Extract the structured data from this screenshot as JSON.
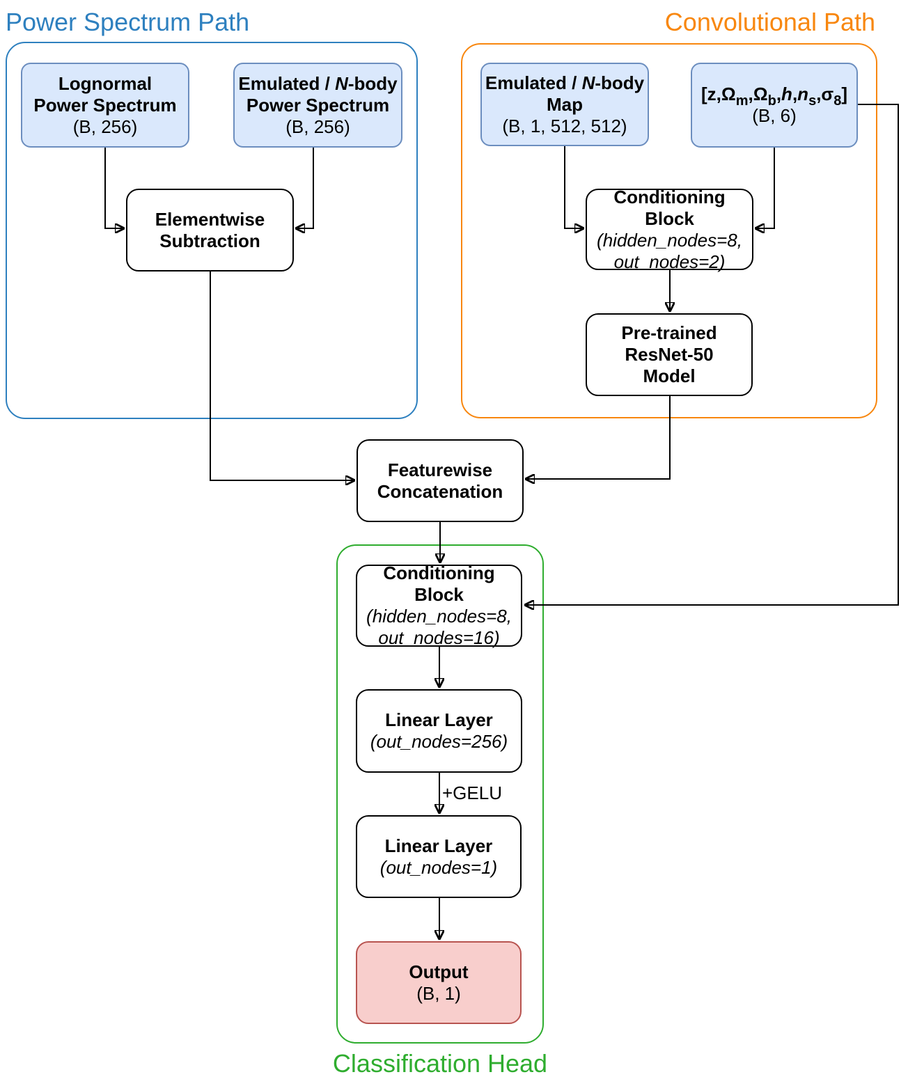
{
  "sections": {
    "power_spectrum": "Power Spectrum Path",
    "convolutional": "Convolutional Path",
    "classification": "Classification Head"
  },
  "nodes": {
    "lognormal": {
      "line1": "Lognormal",
      "line2": "Power Spectrum",
      "shape": "(B, 256)"
    },
    "emulated_ps": {
      "l1a": "Emulated / ",
      "l1b": "N",
      "l1c": "-body",
      "line2": "Power Spectrum",
      "shape": "(B, 256)"
    },
    "elementwise": {
      "line1": "Elementwise",
      "line2": "Subtraction"
    },
    "map": {
      "l1a": "Emulated / ",
      "l1b": "N",
      "l1c": "-body",
      "line2": "Map",
      "shape": "(B, 1, 512, 512)"
    },
    "params": {
      "p1": "[z,Ω",
      "s1": "m",
      "p2": ",Ω",
      "s2": "b",
      "p3": ",",
      "p4": "h",
      "p5": ",",
      "p6": "n",
      "s3": "s",
      "p7": ",σ",
      "s4": "8",
      "p8": "]",
      "shape": "(B, 6)"
    },
    "cond_block_1": {
      "title": "Conditioning Block",
      "param1": "(hidden_nodes=8,",
      "param2": "out_nodes=2)"
    },
    "resnet": {
      "line1": "Pre-trained",
      "line2": "ResNet-50",
      "line3": "Model"
    },
    "featurewise": {
      "line1": "Featurewise",
      "line2": "Concatenation"
    },
    "cond_block_2": {
      "title": "Conditioning Block",
      "param1": "(hidden_nodes=8,",
      "param2": "out_nodes=16)"
    },
    "linear_256": {
      "title": "Linear Layer",
      "param": "(out_nodes=256)"
    },
    "linear_1": {
      "title": "Linear Layer",
      "param": "(out_nodes=1)"
    },
    "output": {
      "title": "Output",
      "shape": "(B, 1)"
    }
  },
  "labels": {
    "gelu": "+GELU"
  },
  "colors": {
    "path_blue": "#2E80BF",
    "path_orange": "#F8870F",
    "path_green": "#2FAD2F",
    "node_blue_fill": "#DAE8FC",
    "node_blue_border": "#6C8EBF",
    "output_fill": "#F8CECC",
    "output_border": "#B85450",
    "arrow": "#000000"
  }
}
